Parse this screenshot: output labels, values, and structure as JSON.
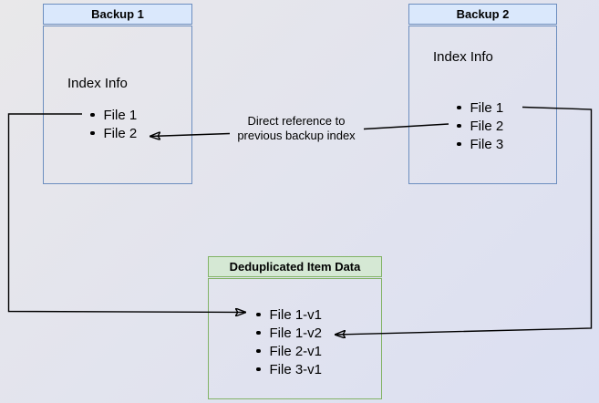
{
  "canvas": {
    "bg_from": "#e9e8ea",
    "bg_to": "#dbdff2"
  },
  "palette": {
    "blue_fill": "#dae8fc",
    "blue_border": "#6c8ebf",
    "green_fill": "#d5e8d4",
    "green_border": "#82b366",
    "line": "#000000"
  },
  "backup1": {
    "title": "Backup 1",
    "subtitle": "Index Info",
    "items": [
      "File 1",
      "File 2"
    ]
  },
  "backup2": {
    "title": "Backup 2",
    "subtitle": "Index Info",
    "items": [
      "File 1",
      "File 2",
      "File 3"
    ]
  },
  "dedup": {
    "title": "Deduplicated Item Data",
    "items": [
      "File 1-v1",
      "File 1-v2",
      "File 2-v1",
      "File 3-v1"
    ]
  },
  "annotation": {
    "line1": "Direct reference to",
    "line2": "previous backup index"
  }
}
